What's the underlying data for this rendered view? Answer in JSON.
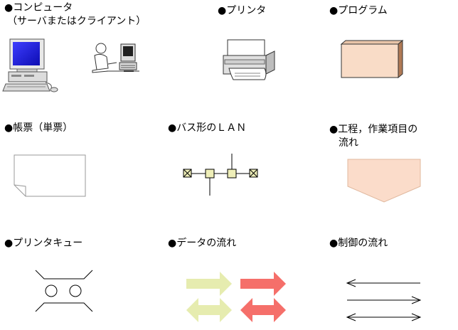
{
  "legend": {
    "computer": {
      "bullet": "●",
      "label": "コンピュータ",
      "sublabel": "（サーバまたはクライアント）"
    },
    "printer": {
      "bullet": "●",
      "label": "プリンタ"
    },
    "program": {
      "bullet": "●",
      "label": "プログラム"
    },
    "form": {
      "bullet": "●",
      "label": "帳票（単票）"
    },
    "bus_lan": {
      "bullet": "●",
      "label": "バス形のＬＡＮ"
    },
    "process": {
      "bullet": "●",
      "label": "工程，作業項目の",
      "label2": "流れ"
    },
    "printer_queue": {
      "bullet": "●",
      "label": "プリンタキュー"
    },
    "data_flow": {
      "bullet": "●",
      "label": "データの流れ"
    },
    "control_flow": {
      "bullet": "●",
      "label": "制御の流れ"
    }
  },
  "colors": {
    "monitor_screen": "#1a1aff",
    "program_box": "#f9dcc7",
    "program_box_side": "#b07a55",
    "process_shape": "#fbdcca",
    "lan_node": "#eeeeb8",
    "data_flow_yellow": "#e6ecaf",
    "data_flow_red": "#f56f6a"
  }
}
